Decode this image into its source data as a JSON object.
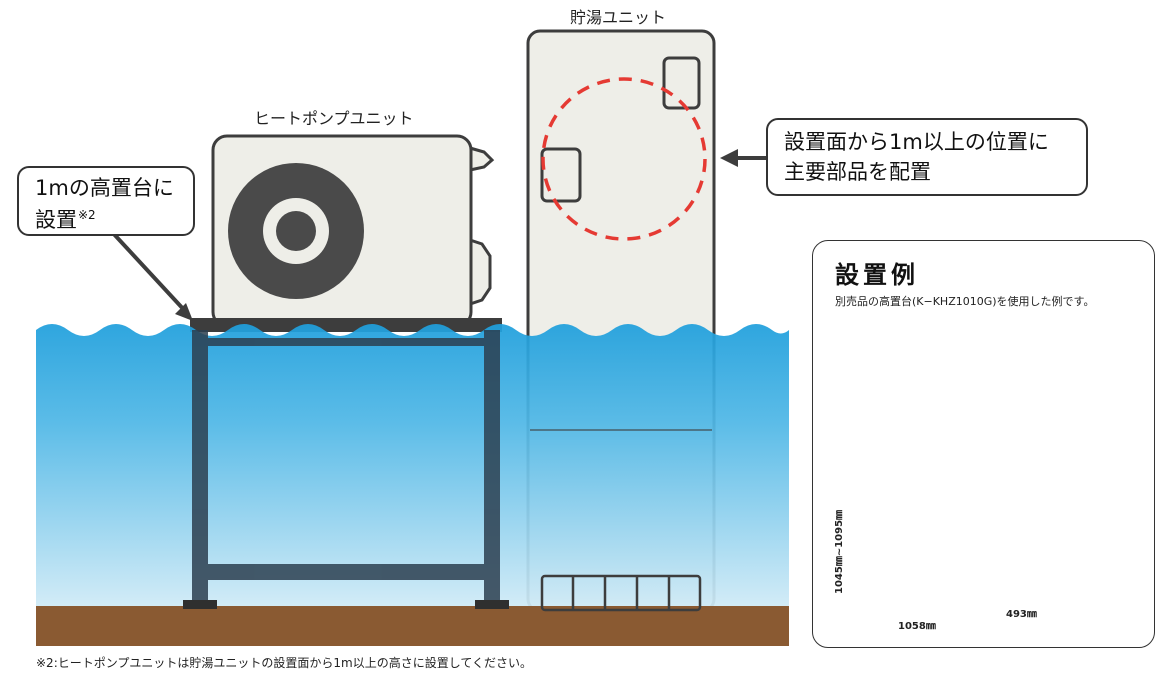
{
  "labels": {
    "tank_unit": "貯湯ユニット",
    "heat_pump_unit": "ヒートポンプユニット"
  },
  "callouts": {
    "left": {
      "line1": "1mの高置台に",
      "line2": "設置",
      "note": "※2"
    },
    "right": {
      "line1": "設置面から1m以上の位置に",
      "line2": "主要部品を配置"
    }
  },
  "example": {
    "title": "設置例",
    "description": "別売品の高置台(K−KHZ1010G)を使用した例です。",
    "dimensions": {
      "height": "1045㎜~1095㎜",
      "width": "1058㎜",
      "depth": "493㎜"
    }
  },
  "footnote": "※2:ヒートポンプユニットは貯湯ユニットの設置面から1m以上の高さに設置してください。",
  "colors": {
    "water_top": "#2aa8e0",
    "water_bottom": "#bfe3f4",
    "ground": "#8a5a32",
    "unit_body": "#eeeee8",
    "outline": "#3d3d3d",
    "dashed_circle": "#e53a33"
  }
}
